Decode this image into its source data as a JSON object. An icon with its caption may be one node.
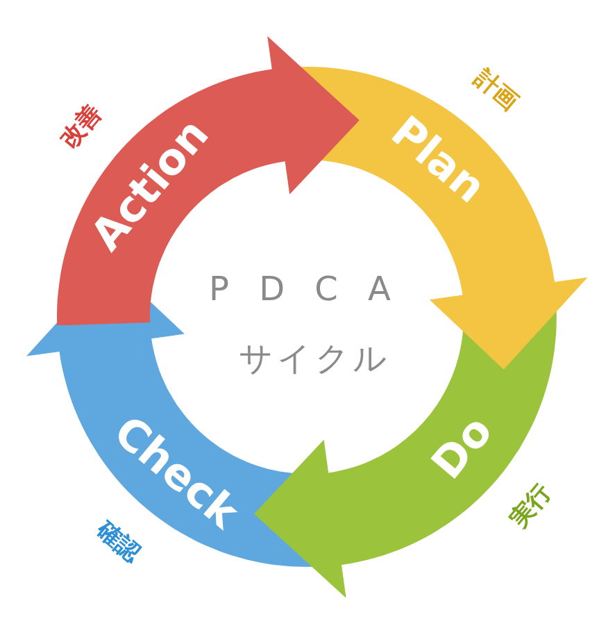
{
  "diagram": {
    "nodes": [
      {
        "text": [
          "Action"
        ],
        "beside": [
          "改善"
        ]
      },
      {
        "text": [
          "Plan"
        ],
        "beside": [
          "計画"
        ]
      },
      {
        "text": [
          "Do"
        ],
        "beside": [
          "実行"
        ]
      },
      {
        "text": [
          "Check"
        ],
        "beside": [
          "確認"
        ]
      }
    ],
    "labels": [
      "PDCA",
      "サイクル"
    ]
  }
}
